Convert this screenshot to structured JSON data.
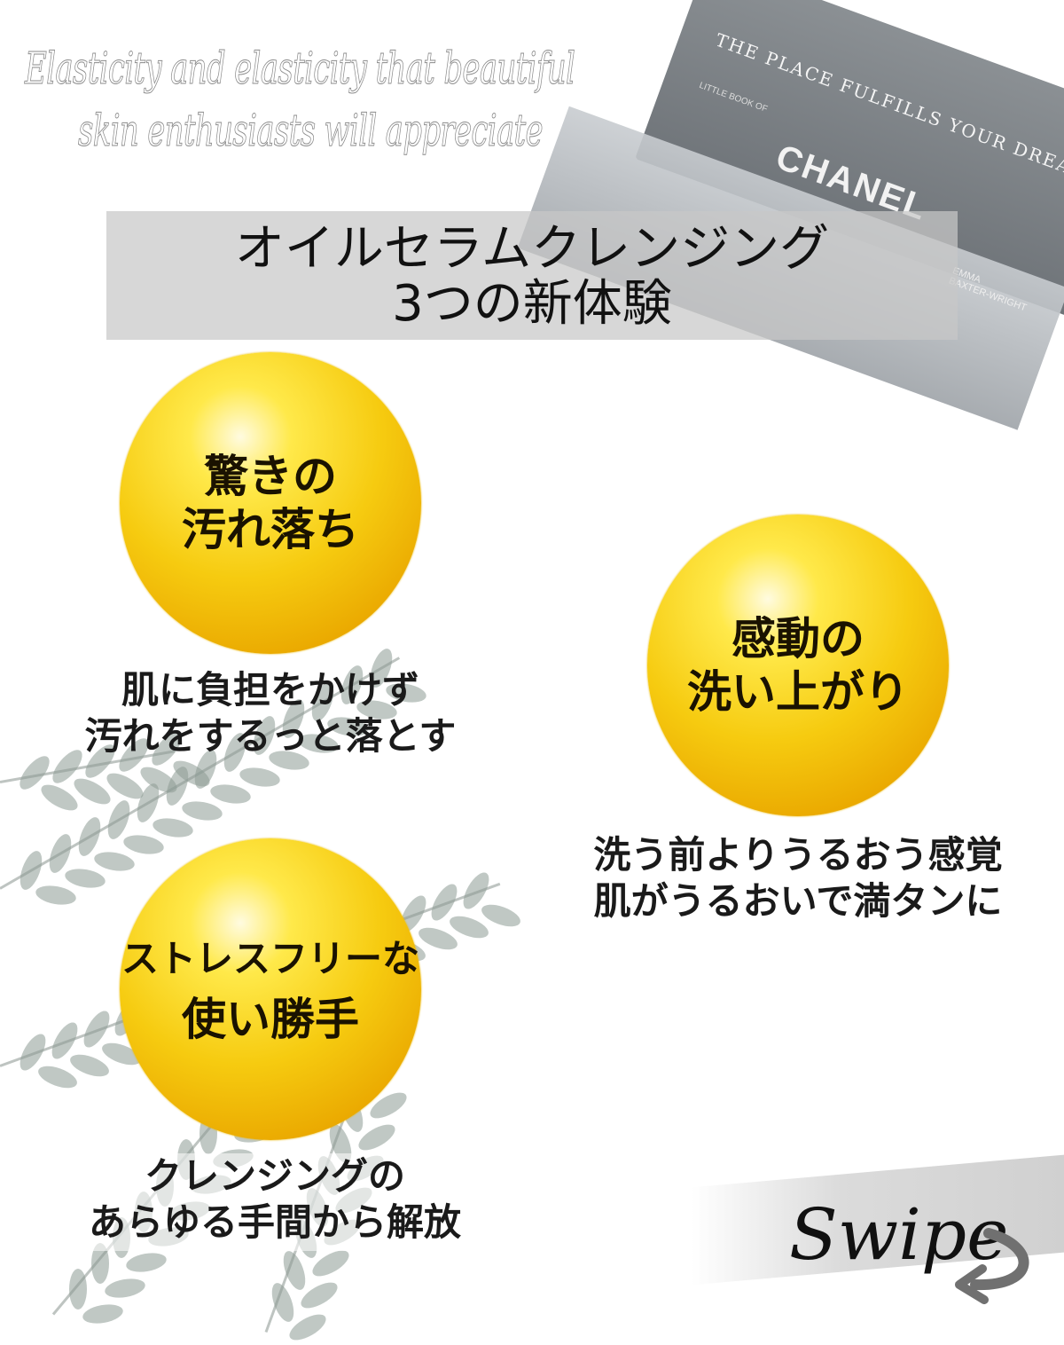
{
  "script_heading": {
    "line1": "Elasticity and elasticity that beautiful",
    "line2": "skin enthusiasts will appreciate"
  },
  "book": {
    "brand": "CHANEL",
    "small": "LITTLE BOOK OF",
    "tagline": "THE PLACE FULFILLS YOUR DREAM",
    "author1": "EMMA",
    "author2": "BAXTER-WRIGHT"
  },
  "title": {
    "line1": "オイルセラムクレンジング",
    "line2": "3つの新体験"
  },
  "features": [
    {
      "orb_line1": "驚きの",
      "orb_line2": "汚れ落ち",
      "desc_line1": "肌に負担をかけず",
      "desc_line2": "汚れをするっと落とす"
    },
    {
      "orb_line1": "感動の",
      "orb_line2": "洗い上がり",
      "desc_line1": "洗う前よりうるおう感覚",
      "desc_line2": "肌がうるおいで満タンに"
    },
    {
      "orb_line1": "ストレスフリーな",
      "orb_line2": "使い勝手",
      "desc_line1": "クレンジングの",
      "desc_line2": "あらゆる手間から解放"
    }
  ],
  "swipe": {
    "label": "Swipe",
    "icon": "curved-arrow-left-icon"
  },
  "colors": {
    "orb": "#f6cb10",
    "title_bg": "#c8c8c8",
    "arrow": "#707070"
  }
}
